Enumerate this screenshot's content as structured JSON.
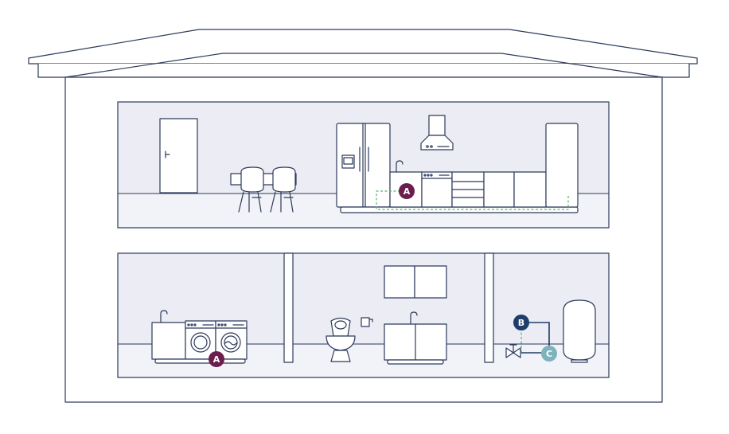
{
  "markers": {
    "kitchen_a": {
      "letter": "A",
      "color": "#6b1e4e"
    },
    "laundry_a": {
      "letter": "A",
      "color": "#6b1e4e"
    },
    "boiler_b": {
      "letter": "B",
      "color": "#1e3d6b"
    },
    "boiler_c": {
      "letter": "C",
      "color": "#7eb3bd"
    }
  },
  "colors": {
    "outline": "#2d3a5c",
    "room_fill": "#ecedf4",
    "dashed_line": "#59b36c"
  }
}
